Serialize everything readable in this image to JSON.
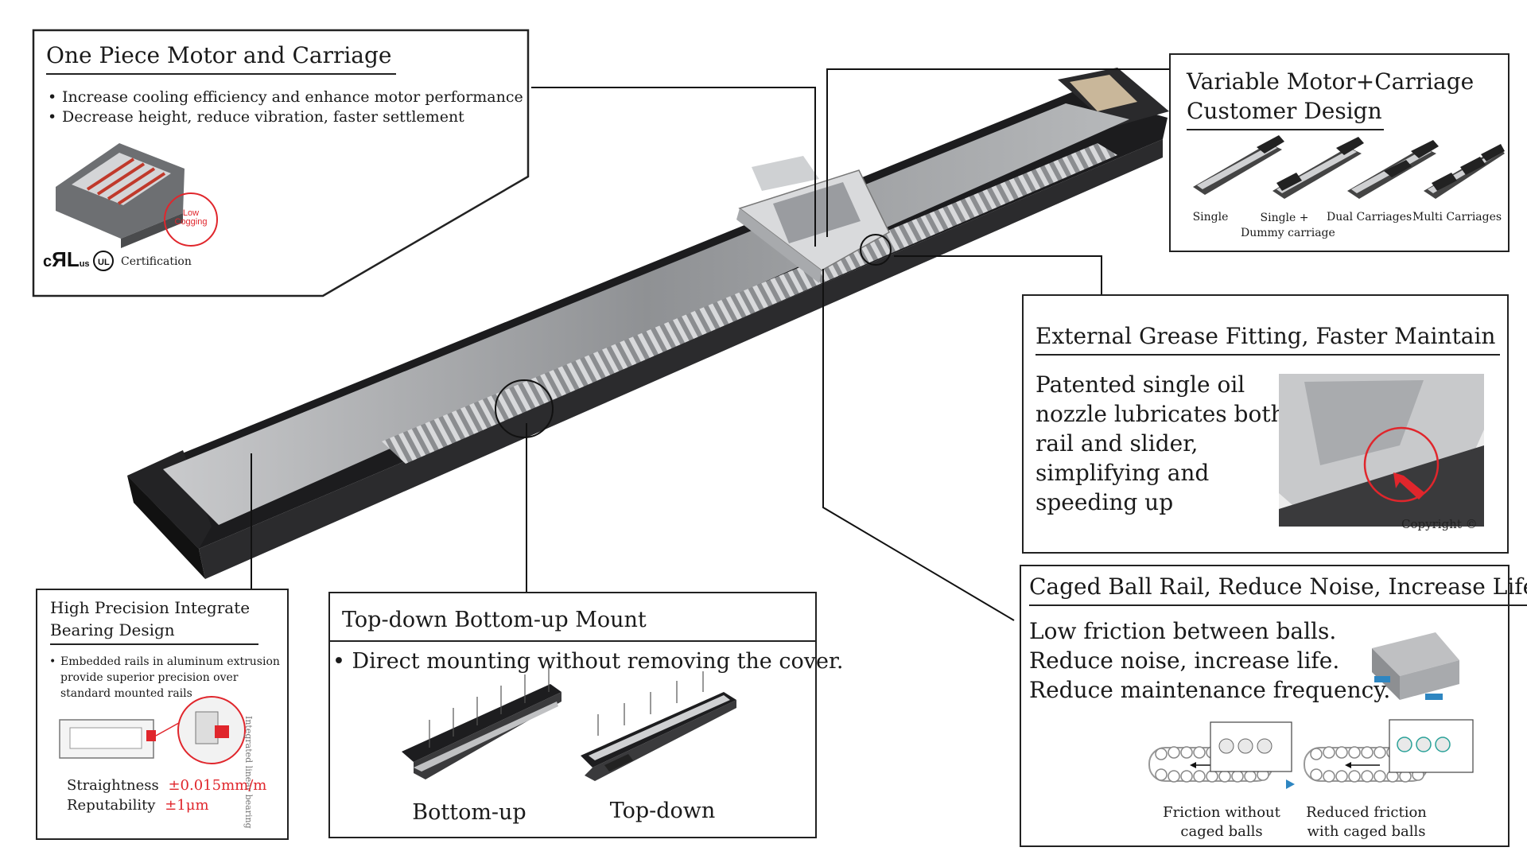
{
  "motor_carriage": {
    "title": "One Piece Motor and Carriage",
    "bullets": [
      "Increase cooling efficiency and enhance motor performance",
      "Decrease height, reduce vibration, faster settlement"
    ],
    "badge": "Low Cogging",
    "cert_mark": "c UL us",
    "cert_label": "Certification"
  },
  "variable_design": {
    "title_line1": "Variable Motor+Carriage",
    "title_line2": "Customer Design",
    "options": [
      "Single",
      "Single +\nDummy carriage",
      "Dual Carriages",
      "Multi Carriages"
    ]
  },
  "grease": {
    "title": "External Grease Fitting, Faster Maintain",
    "body_lines": [
      "Patented single oil",
      "nozzle lubricates both",
      "rail and slider,",
      "simplifying and",
      "speeding up"
    ],
    "photo_caption": "Copyright ©"
  },
  "caged": {
    "title": "Caged Ball Rail, Reduce Noise, Increase Life",
    "body_lines": [
      "Low friction between balls.",
      "Reduce noise, increase life.",
      "Reduce maintenance frequency."
    ],
    "caption_left": "Friction without\ncaged balls",
    "caption_right": "Reduced friction\nwith caged balls"
  },
  "bearing": {
    "title_line1": "High Precision Integrate",
    "title_line2": "Bearing Design",
    "bullets": [
      "Embedded rails in aluminum extrusion provide superior precision over standard mounted rails"
    ],
    "vertical_label": "Integrated linear bearing",
    "specs": [
      {
        "label": "Straightness",
        "value": "±0.015mm/m"
      },
      {
        "label": "Reputability",
        "value": "±1μm"
      }
    ]
  },
  "mount": {
    "title": "Top-down Bottom-up Mount",
    "bullet": "Direct mounting without removing the cover.",
    "caption_left": "Bottom-up",
    "caption_right": "Top-down"
  },
  "colors": {
    "accent": "#e0262c",
    "frame": "#222222",
    "body": "#1c1c1e",
    "cover": "#a9abae"
  }
}
